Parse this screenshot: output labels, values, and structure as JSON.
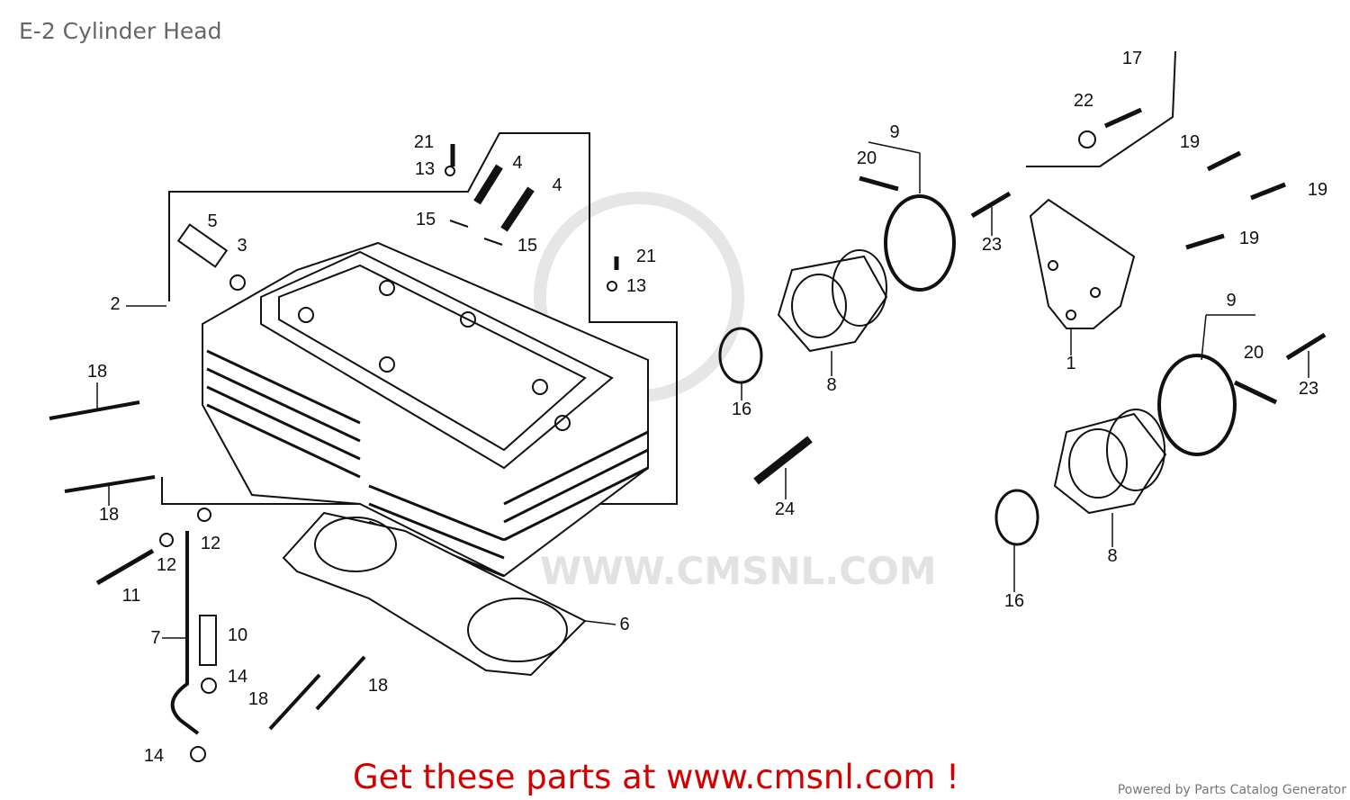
{
  "title": "E-2 Cylinder Head",
  "watermark": "WWW.CMSNL.COM",
  "cta": "Get these parts at www.cmsnl.com !",
  "powered_by": "Powered by Parts Catalog Generator",
  "callouts": [
    {
      "label": "17"
    },
    {
      "label": "22"
    },
    {
      "label": "9"
    },
    {
      "label": "19"
    },
    {
      "label": "21"
    },
    {
      "label": "20"
    },
    {
      "label": "4"
    },
    {
      "label": "13"
    },
    {
      "label": "4"
    },
    {
      "label": "19"
    },
    {
      "label": "15"
    },
    {
      "label": "5"
    },
    {
      "label": "15"
    },
    {
      "label": "3"
    },
    {
      "label": "23"
    },
    {
      "label": "19"
    },
    {
      "label": "21"
    },
    {
      "label": "13"
    },
    {
      "label": "2"
    },
    {
      "label": "9"
    },
    {
      "label": "20"
    },
    {
      "label": "1"
    },
    {
      "label": "18"
    },
    {
      "label": "8"
    },
    {
      "label": "23"
    },
    {
      "label": "16"
    },
    {
      "label": "24"
    },
    {
      "label": "18"
    },
    {
      "label": "12"
    },
    {
      "label": "12"
    },
    {
      "label": "8"
    },
    {
      "label": "11"
    },
    {
      "label": "16"
    },
    {
      "label": "6"
    },
    {
      "label": "7"
    },
    {
      "label": "10"
    },
    {
      "label": "14"
    },
    {
      "label": "18"
    },
    {
      "label": "18"
    },
    {
      "label": "14"
    }
  ]
}
